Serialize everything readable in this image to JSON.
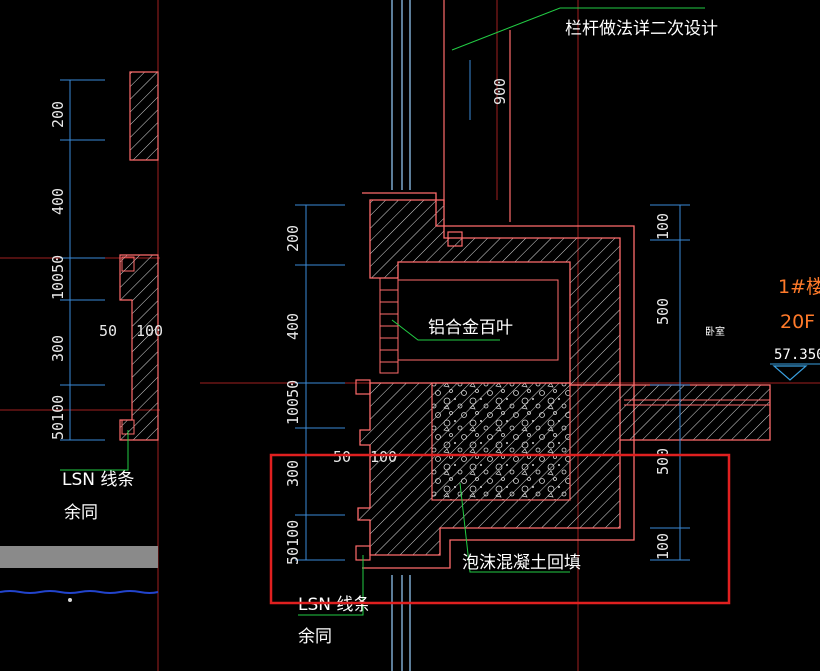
{
  "colors": {
    "background": "#000000",
    "wall_outline": "#ff6b6b",
    "dim_line": "#3a8ad8",
    "leader": "#22cc44",
    "axis_line": "#a02020",
    "level_marker": "#3aa0e0",
    "highlight_box": "#e02020",
    "floor_label": "#ff7a2a",
    "text": "#ffffff"
  },
  "annotations": {
    "railing": "栏杆做法详二次设计",
    "louver": "铝合金百叶",
    "foam_fill": "泡沫混凝土回填",
    "lsn_left": "LSN 线条",
    "same_left": "余同",
    "lsn_right": "LSN 线条",
    "same_right": "余同",
    "bedroom": "卧室"
  },
  "level": {
    "building": "1#楼",
    "floor": "20F",
    "elevation": "57.350"
  },
  "left_dimensions": [
    "200",
    "400",
    "10050",
    "300",
    "50100"
  ],
  "left_inner_dims": [
    "50",
    "100"
  ],
  "right_dimensions": [
    "200",
    "400",
    "10050",
    "300",
    "50100"
  ],
  "right_inner_dims": [
    "50",
    "100"
  ],
  "top_dimension": "900",
  "side_dimensions": [
    "100",
    "500",
    "500",
    "100"
  ]
}
